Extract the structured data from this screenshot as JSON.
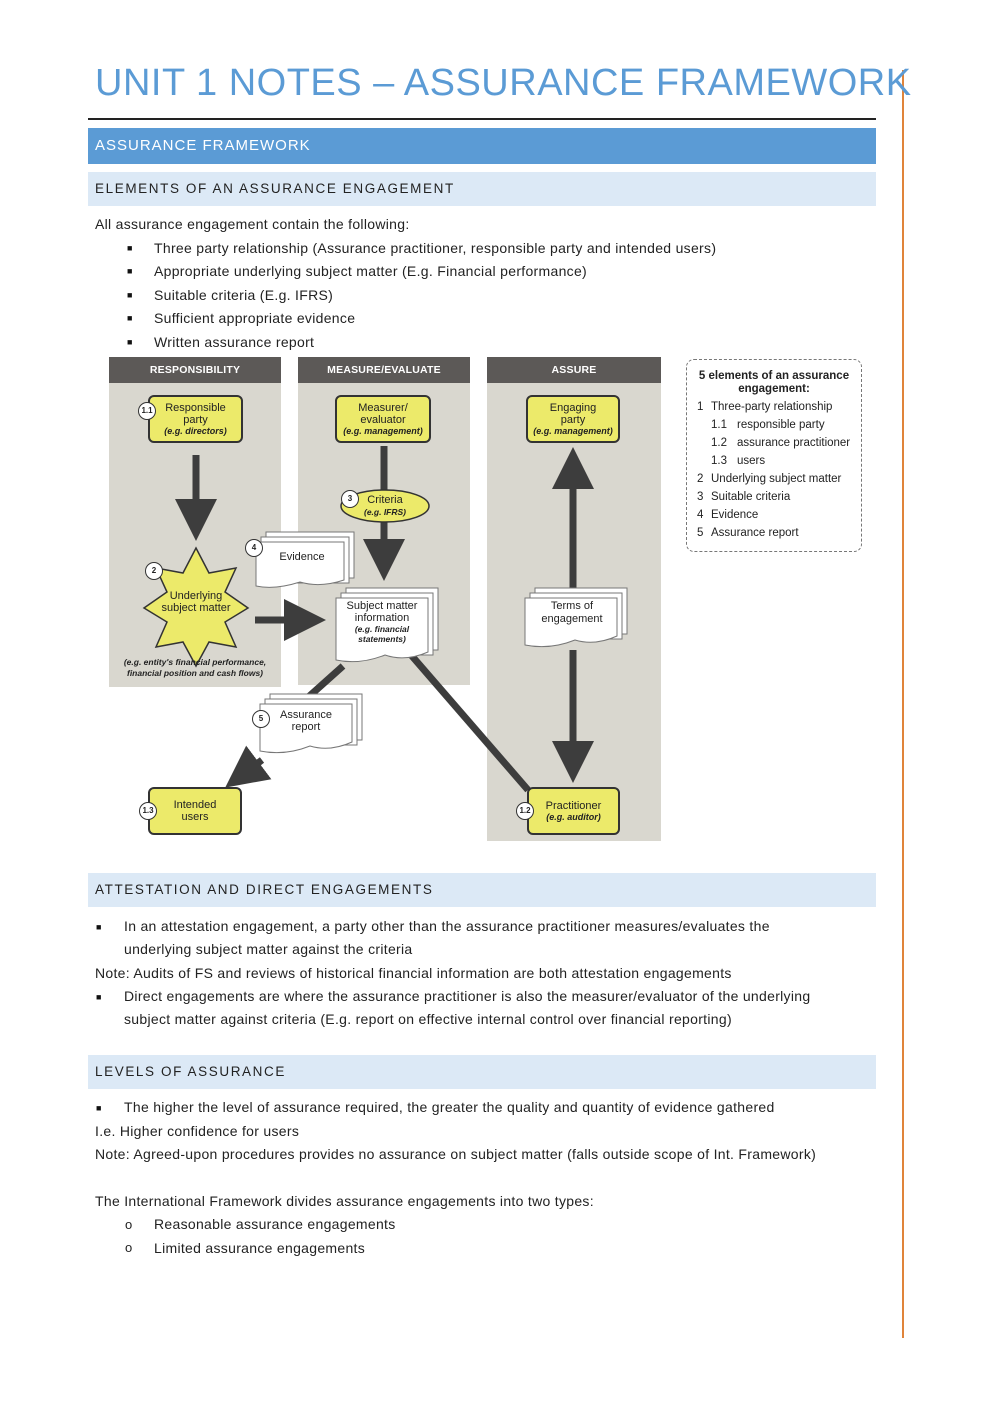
{
  "title": "UNIT 1 NOTES – ASSURANCE FRAMEWORK",
  "section_main": "ASSURANCE FRAMEWORK",
  "elements": {
    "heading": "ELEMENTS OF AN ASSURANCE ENGAGEMENT",
    "intro": "All assurance engagement contain the following:",
    "bullets": [
      "Three party relationship (Assurance practitioner, responsible party and intended users)",
      "Appropriate underlying subject matter (E.g. Financial performance)",
      "Suitable criteria (E.g. IFRS)",
      "Sufficient appropriate evidence",
      "Written assurance report"
    ]
  },
  "diagram": {
    "panels": [
      "RESPONSIBILITY",
      "MEASURE/EVALUATE",
      "ASSURE"
    ],
    "responsible_party": {
      "num": "1.1",
      "line1": "Responsible",
      "line2": "party",
      "note": "(e.g. directors)"
    },
    "measurer": {
      "line1": "Measurer/",
      "line2": "evaluator",
      "note": "(e.g. management)"
    },
    "engaging_party": {
      "line1": "Engaging",
      "line2": "party",
      "note": "(e.g. management)"
    },
    "criteria": {
      "num": "3",
      "label": "Criteria",
      "note": "(e.g. IFRS)"
    },
    "evidence": {
      "num": "4",
      "label": "Evidence"
    },
    "subject_matter": {
      "num": "2",
      "line1": "Underlying",
      "line2": "subject matter",
      "note1": "(e.g. entity's financial performance,",
      "note2": "financial position and cash flows)"
    },
    "sm_info": {
      "line1": "Subject matter",
      "line2": "information",
      "note1": "(e.g. financial",
      "note2": "statements)"
    },
    "terms": {
      "line1": "Terms of",
      "line2": "engagement"
    },
    "report": {
      "num": "5",
      "line1": "Assurance",
      "line2": "report"
    },
    "intended_users": {
      "num": "1.3",
      "line1": "Intended",
      "line2": "users"
    },
    "practitioner": {
      "num": "1.2",
      "label": "Practitioner",
      "note": "(e.g. auditor)"
    },
    "legend": {
      "title1": "5 elements of an assurance",
      "title2": "engagement:",
      "items": [
        {
          "n": "1",
          "t": "Three-party relationship"
        },
        {
          "n": "1.1",
          "t": "responsible party"
        },
        {
          "n": "1.2",
          "t": "assurance practitioner"
        },
        {
          "n": "1.3",
          "t": "users"
        },
        {
          "n": "2",
          "t": "Underlying subject matter"
        },
        {
          "n": "3",
          "t": "Suitable criteria"
        },
        {
          "n": "4",
          "t": "Evidence"
        },
        {
          "n": "5",
          "t": "Assurance report"
        }
      ]
    }
  },
  "attestation": {
    "heading": "ATTESTATION AND DIRECT ENGAGEMENTS",
    "b1_line1": "In an attestation engagement, a party other than the assurance practitioner measures/evaluates the",
    "b1_line2": "underlying subject matter against the criteria",
    "note": "Note: Audits of FS and reviews of historical financial information are both attestation engagements",
    "b2_line1": "Direct engagements are where the assurance practitioner is also the measurer/evaluator of the underlying",
    "b2_line2": "subject matter against criteria (E.g. report on effective internal control over financial reporting)"
  },
  "levels": {
    "heading": "LEVELS OF ASSURANCE",
    "b1": "The higher the level of assurance required, the greater the quality and quantity of evidence gathered",
    "ie": "I.e. Higher confidence for users",
    "note": "Note: Agreed-upon procedures provides no assurance on subject matter (falls outside scope of Int. Framework)",
    "types_intro": "The International Framework divides assurance engagements into two types:",
    "types": [
      "Reasonable assurance engagements",
      "Limited assurance engagements"
    ]
  },
  "icons": {
    "bullet": "square-bullet-icon",
    "circle": "circle-bullet-icon"
  }
}
